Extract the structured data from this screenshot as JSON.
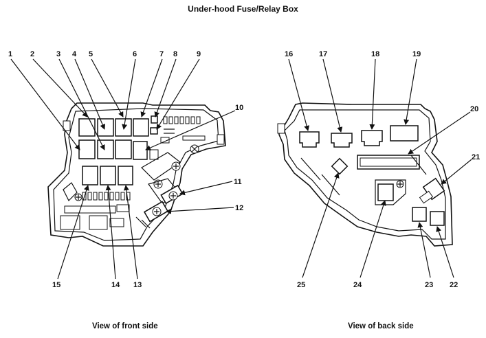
{
  "title": "Under-hood Fuse/Relay Box",
  "captions": {
    "front": "View of front side",
    "back": "View of back side"
  },
  "front_callouts": [
    "1",
    "2",
    "3",
    "4",
    "5",
    "6",
    "7",
    "8",
    "9",
    "10",
    "11",
    "12",
    "13",
    "14",
    "15"
  ],
  "back_callouts": [
    "16",
    "17",
    "18",
    "19",
    "20",
    "21",
    "22",
    "23",
    "24",
    "25"
  ]
}
